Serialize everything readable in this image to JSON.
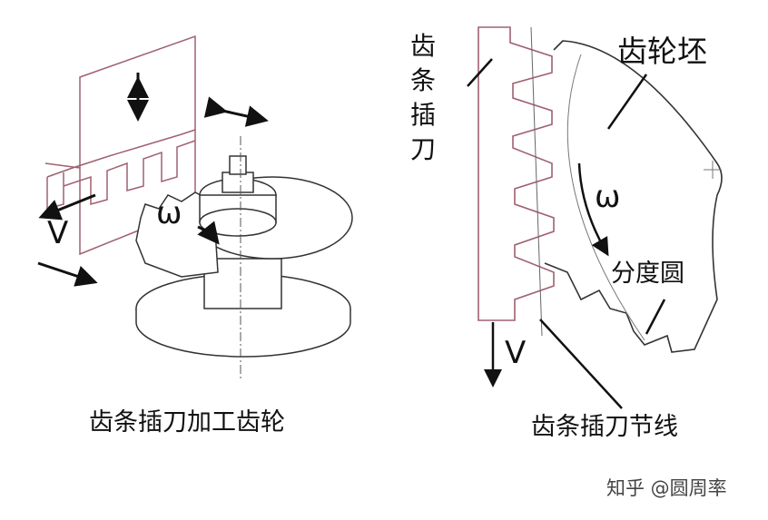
{
  "left_figure": {
    "caption": "齿条插刀加工齿轮",
    "velocity_label": "V",
    "omega_label": "ω"
  },
  "right_figure": {
    "rack_cutter_label": "齿条插刀",
    "gear_blank_label": "齿轮坯",
    "omega_label": "ω",
    "pitch_circle_label": "分度圆",
    "velocity_label": "V",
    "pitch_line_label": "齿条插刀节线"
  },
  "watermark": "知乎 @圆周率",
  "colors": {
    "line": "#222222",
    "rack": "#b07080"
  }
}
